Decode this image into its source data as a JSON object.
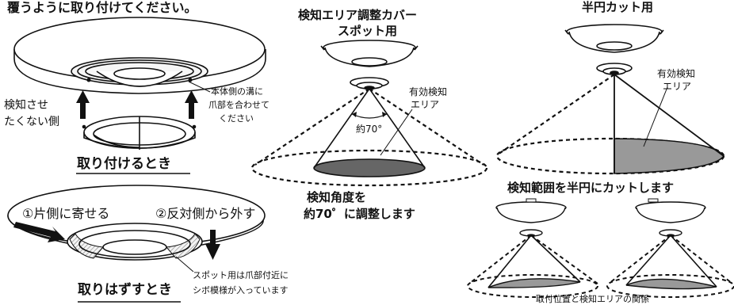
{
  "install": {
    "top_caption": "覆うように取り付けてください。",
    "side_label_1": "検知させ",
    "side_label_2": "たくない側",
    "groove_note_1": "本体側の溝に",
    "groove_note_2": "爪部を合わせて",
    "groove_note_3": "ください",
    "heading": "取り付けるとき"
  },
  "remove": {
    "step_1": "①片側に寄せる",
    "step_2": "②反対側から外す",
    "spot_note_1": "スポット用は爪部付近に",
    "spot_note_2": "シボ模様が入っています",
    "heading": "取りはずすとき"
  },
  "spot": {
    "title_1": "検知エリア調整カバー",
    "title_2": "スポット用",
    "area_label_1": "有効検知",
    "area_label_2": "エリア",
    "angle_label": "約70°",
    "caption_1": "検知角度を",
    "caption_2": "約70゜に調整します"
  },
  "half": {
    "title": "半円カット用",
    "area_label_1": "有効検知",
    "area_label_2": "エリア",
    "caption": "検知範囲を半円にカットします",
    "relation_caption": "取付位置と検知エリアの関係"
  }
}
